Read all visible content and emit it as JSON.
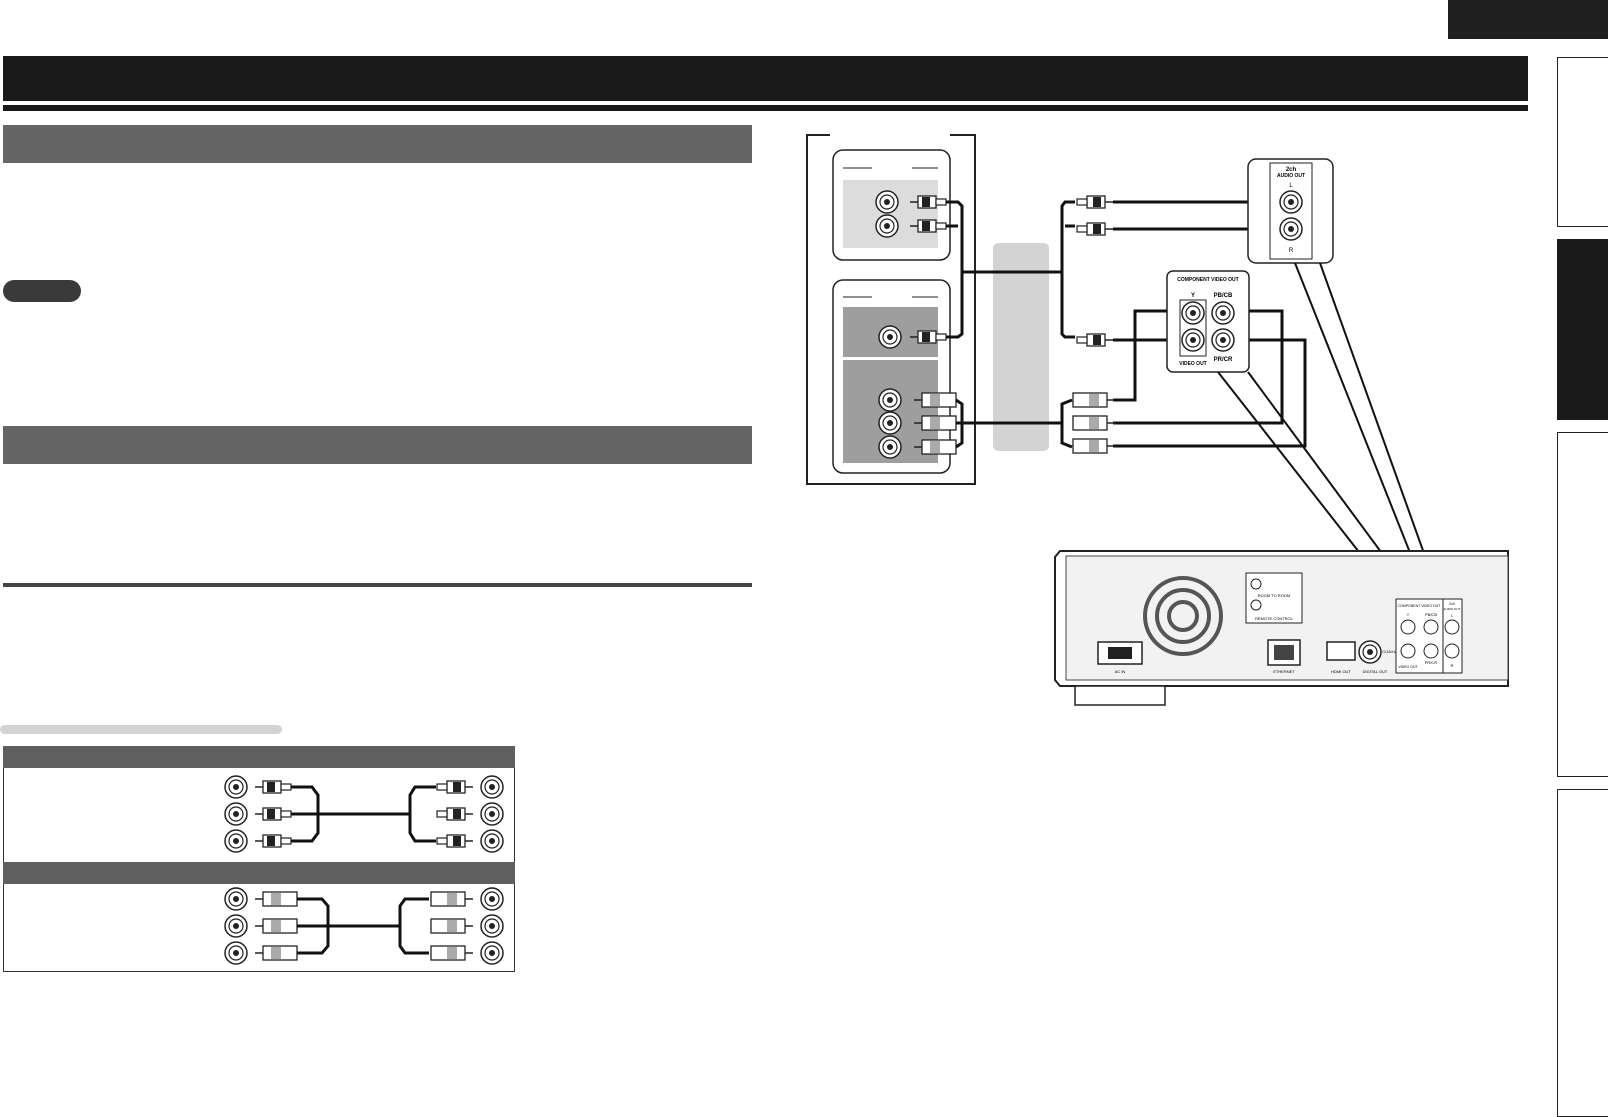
{
  "page": {
    "side_tabs": [
      {
        "state": "inactive"
      },
      {
        "state": "active"
      },
      {
        "state": "inactive"
      },
      {
        "state": "inactive"
      }
    ]
  },
  "diagram": {
    "player_panel_labels": {
      "audio_out": [
        "2ch",
        "AUDIO OUT",
        "L",
        "R"
      ],
      "component_video_out": "COMPONENT VIDEO OUT",
      "component_jacks": [
        "Y",
        "PB/CB",
        "PR/CR"
      ],
      "video_out": "VIDEO OUT"
    },
    "rear_panel_labels": {
      "room_to_room": "ROOM TO ROOM",
      "remote_control": "REMOTE CONTROL",
      "ethernet": "ETHERNET",
      "hdmi_out": "HDMI OUT",
      "digital_out": "DIGITAL OUT",
      "coaxial": "COAXIAL",
      "ac_in": "AC IN",
      "rear_component": "COMPONENT VIDEO OUT",
      "rear_y": "Y",
      "rear_pb": "PB/CB",
      "rear_pr": "PR/CR",
      "rear_video": "VIDEO OUT",
      "rear_audio": [
        "2ch",
        "AUDIO OUT",
        "L",
        "R"
      ]
    }
  },
  "colors": {
    "title_bar": "#1a1a1a",
    "section_head": "#656565",
    "device_gray": "#dcdcdc",
    "device_dark": "#9e9e9e",
    "cable_band": "#d3d3d3"
  }
}
